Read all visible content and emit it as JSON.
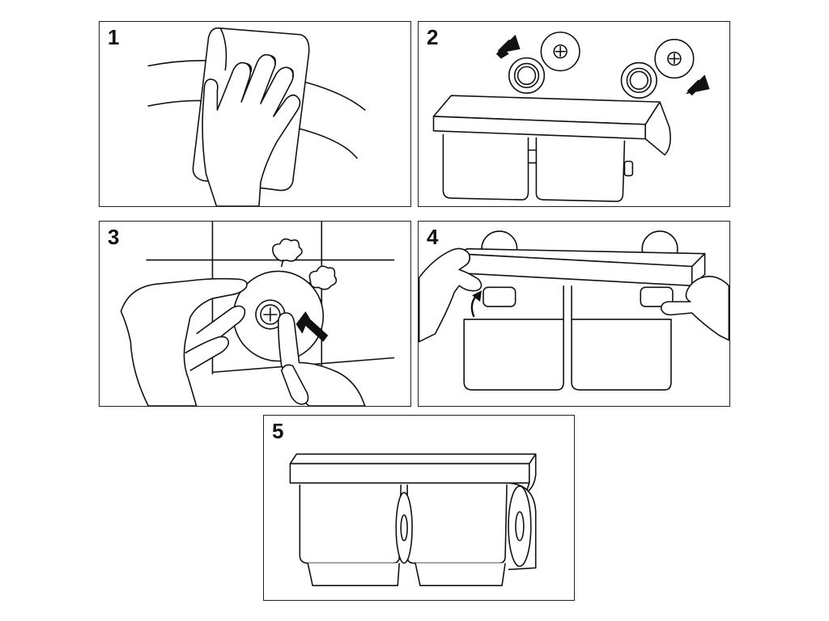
{
  "steps": [
    {
      "number": "1",
      "icon": "wipe-wall-with-cloth"
    },
    {
      "number": "2",
      "icon": "attach-mounting-plates"
    },
    {
      "number": "3",
      "icon": "press-plate-to-wall"
    },
    {
      "number": "4",
      "icon": "hang-holder-on-plates"
    },
    {
      "number": "5",
      "icon": "installed-double-roll-holder"
    }
  ]
}
